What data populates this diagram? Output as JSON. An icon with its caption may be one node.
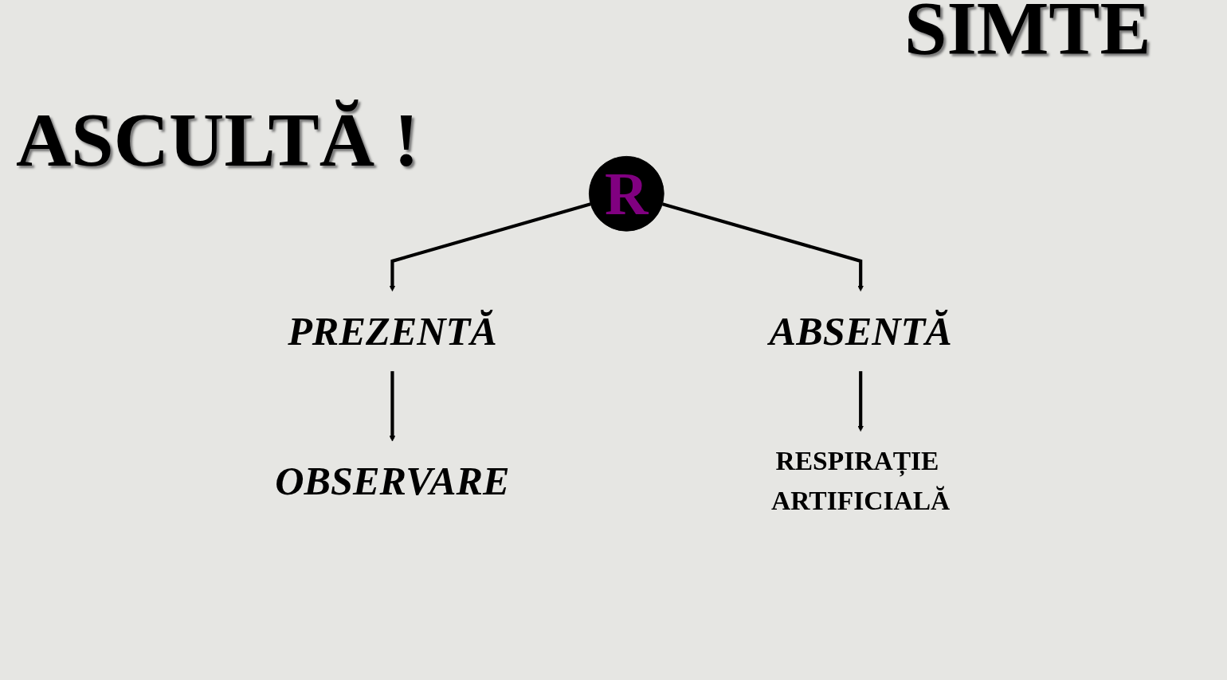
{
  "diagram": {
    "nodes": [
      {
        "text": [
          "R"
        ]
      },
      {
        "text": [
          "PREZENTĂ"
        ]
      },
      {
        "text": [
          "ABSENTĂ"
        ]
      },
      {
        "text": [
          "OBSERVARE"
        ]
      },
      {
        "text": [
          "RESPIRAȚIE ARTIFICIALĂ"
        ]
      }
    ],
    "edges": [
      {
        "from": 0,
        "to": 1,
        "arrow": "to"
      },
      {
        "from": 0,
        "to": 2,
        "arrow": "to"
      },
      {
        "from": 1,
        "to": 3,
        "arrow": "to"
      },
      {
        "from": 2,
        "to": 4,
        "arrow": "to"
      }
    ],
    "labels": [
      "ASCULTĂ !",
      "SIMTE"
    ]
  }
}
